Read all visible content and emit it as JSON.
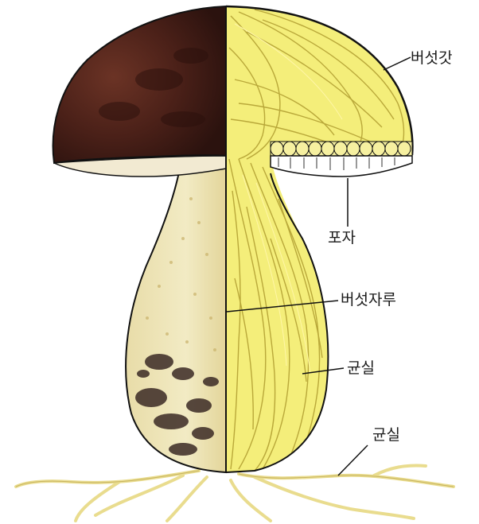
{
  "diagram": {
    "labels": {
      "cap": "버섯갓",
      "spores": "포자",
      "stem": "버섯자루",
      "hyphae_stem": "균실",
      "hyphae_root": "균실"
    },
    "colors": {
      "cap_dark": "#3a1a14",
      "cap_mid": "#5b2a1f",
      "gill_underside": "#f2ead2",
      "stem_outer": "#efe6b8",
      "stem_spots": "#3b2a25",
      "hyphae_fill": "#f4ee7a",
      "hyphae_line": "#c9b93a",
      "outline": "#111111",
      "root": "#f0e39a"
    }
  }
}
